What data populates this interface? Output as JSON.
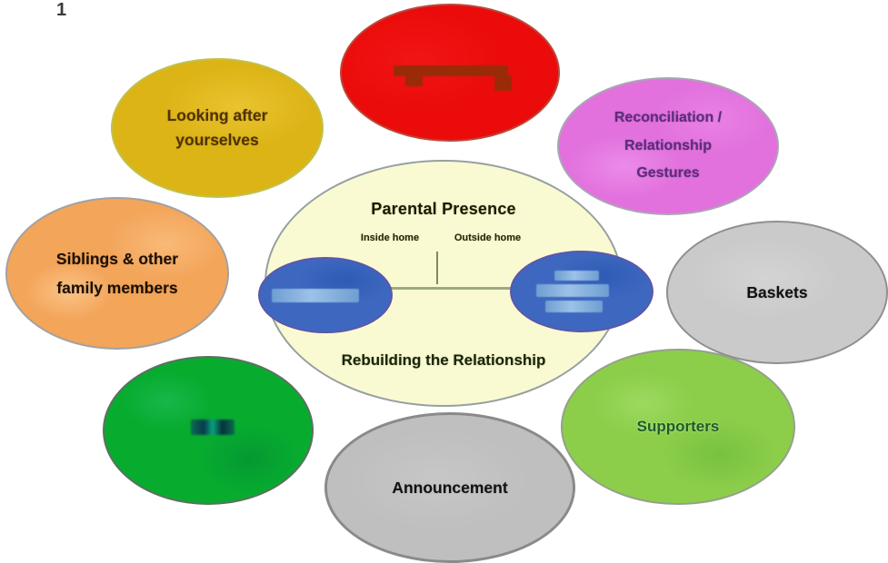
{
  "page": {
    "corner_mark": "1",
    "background": "#FFFFFF"
  },
  "diagram": {
    "center": {
      "title": "Parental Presence",
      "column_left": "Inside home",
      "column_right": "Outside home",
      "bottom_title": "Rebuilding the Relationship",
      "fill": "#FAFAD2",
      "border_color": "#96A0A0"
    },
    "nodes": {
      "top_red": {
        "label": "",
        "text_obscured": true,
        "fill": "#EB0B0B",
        "text_color": "#9A2B08"
      },
      "looking_after": {
        "label": "Looking after\nyourselves",
        "fill": "#DCB416",
        "text_color": "#4E3404"
      },
      "reconciliation": {
        "label": "Reconciliation /\nRelationship\nGestures",
        "fill": "#E271DD",
        "text_color": "#5C2D7A"
      },
      "siblings": {
        "label": "Siblings & other\nfamily members",
        "fill": "#F3A55A",
        "text_color": "#1D0F00"
      },
      "baskets": {
        "label": "Baskets",
        "fill": "#CACACA",
        "text_color": "#111111"
      },
      "inner_left_blue": {
        "label": "",
        "text_obscured": true,
        "fill": "#3E68C0",
        "text_color": "#7BA8D8"
      },
      "inner_right_blue": {
        "label": "",
        "text_obscured": true,
        "fill": "#3E68C0",
        "text_color": "#7BA8D8"
      },
      "bottom_green": {
        "label": "",
        "text_obscured": true,
        "fill": "#07AC2F",
        "text_color": "#0D4F3C"
      },
      "announcement": {
        "label": "Announcement",
        "fill": "#BFBFBF",
        "text_color": "#111111"
      },
      "supporters": {
        "label": "Supporters",
        "fill": "#8CCE4A",
        "text_color": "#1D5C28"
      }
    }
  }
}
